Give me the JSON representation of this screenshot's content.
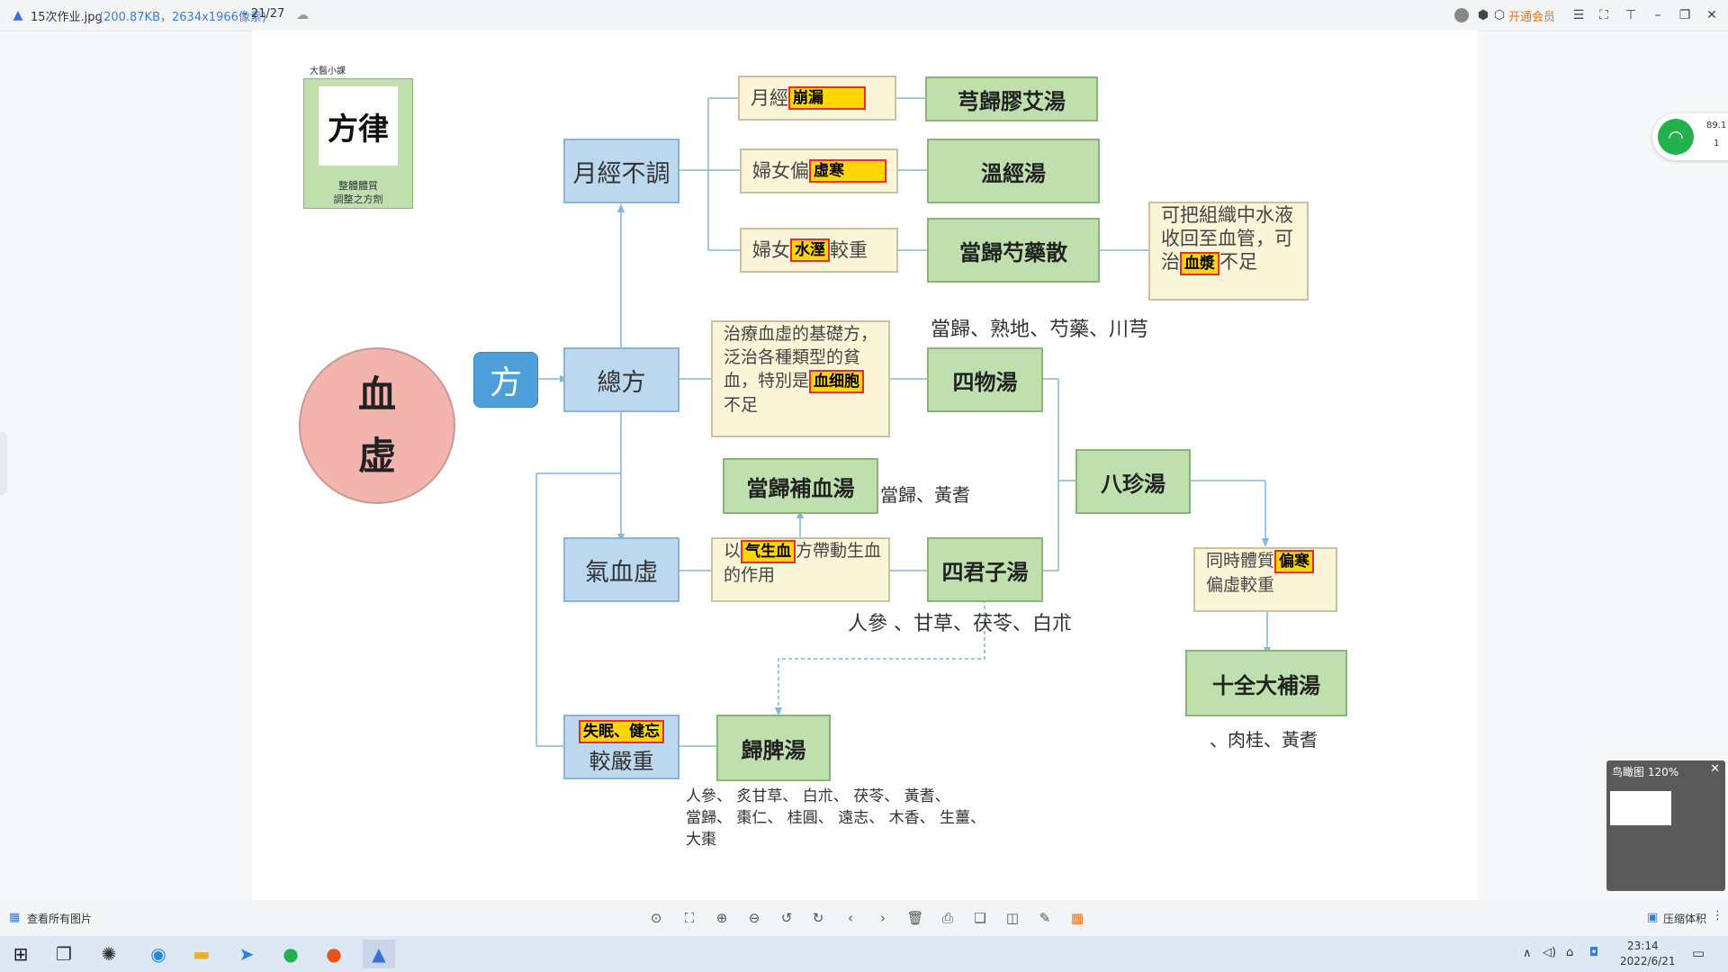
{
  "titlebar": {
    "filename": "15次作业.jpg",
    "meta": "(200.87KB，2634x1966像素)",
    "counter": "- 21/27",
    "vip_label": "开通会员"
  },
  "net_widget": {
    "speed": "89.1",
    "count": "1"
  },
  "chart": {
    "root": "血虚",
    "fang": "方",
    "logo": {
      "corner": "大醫小課",
      "calligraphy": "方律",
      "caption_1": "整體體質",
      "caption_2": "調整之方劑"
    },
    "blue": {
      "yuejing": "月經不調",
      "zongfang": "總方",
      "qixuexu": "氣血虛",
      "shimian_bottom": "較嚴重"
    },
    "green": {
      "xiongguijiaoai": "芎歸膠艾湯",
      "wenjing": "溫經湯",
      "dangguishaoyao": "當歸芍藥散",
      "siwu": "四物湯",
      "danggui_buxue": "當歸補血湯",
      "sijunzi": "四君子湯",
      "bazhen": "八珍湯",
      "shiquan": "十全大補湯",
      "guipi": "歸脾湯"
    },
    "cream": {
      "yuejing_pre": "月經",
      "yuejing_hl": "崩漏",
      "fuxu_pre": "婦女偏",
      "fuxu_hl": "虛寒",
      "fushui_pre": "婦女",
      "fushui_hl": "水溼",
      "fushui_post": "較重",
      "zuzhi_1": "可把組織中水液",
      "zuzhi_2": "收回至血管，可",
      "zuzhi_3_pre": "治",
      "zuzhi_3_hl": "血漿",
      "zuzhi_3_post": "不足",
      "zhiliao_1": "治療血虛的基礎方，",
      "zhiliao_2": "泛治各種類型的貧",
      "zhiliao_3_pre": "血，特別是",
      "zhiliao_3_hl": "血细胞",
      "zhiliao_4": "不足",
      "yiqi_pre": "以",
      "yiqi_hl": "气生血",
      "yiqi_post": "方帶動生血",
      "yiqi_2": "的作用",
      "tongshi_1": "同時體質",
      "tongshi_hl": "偏寒",
      "tongshi_2": "偏虛較重",
      "shimian_hl": "失眠、健忘"
    },
    "notes": {
      "siwu_herbs": "當歸、熟地、芍藥、川芎",
      "buxue_herbs": "當歸、黃耆",
      "sijunzi_herbs": "人參 、甘草、茯苓、白朮",
      "shiquan_herbs": "、肉桂、黃耆",
      "guipi_1": "人參、 炙甘草、 白朮、 茯苓、 黃耆、",
      "guipi_2": "當歸、 棗仁、 桂圓、 遠志、 木香、 生薑、",
      "guipi_3": "大棗"
    }
  },
  "minimap": {
    "title": "鸟瞰图 120%"
  },
  "bottombar": {
    "view_all": "查看所有图片",
    "compress": "压缩体积"
  },
  "taskbar": {
    "time": "23:14",
    "date": "2022/6/21"
  }
}
